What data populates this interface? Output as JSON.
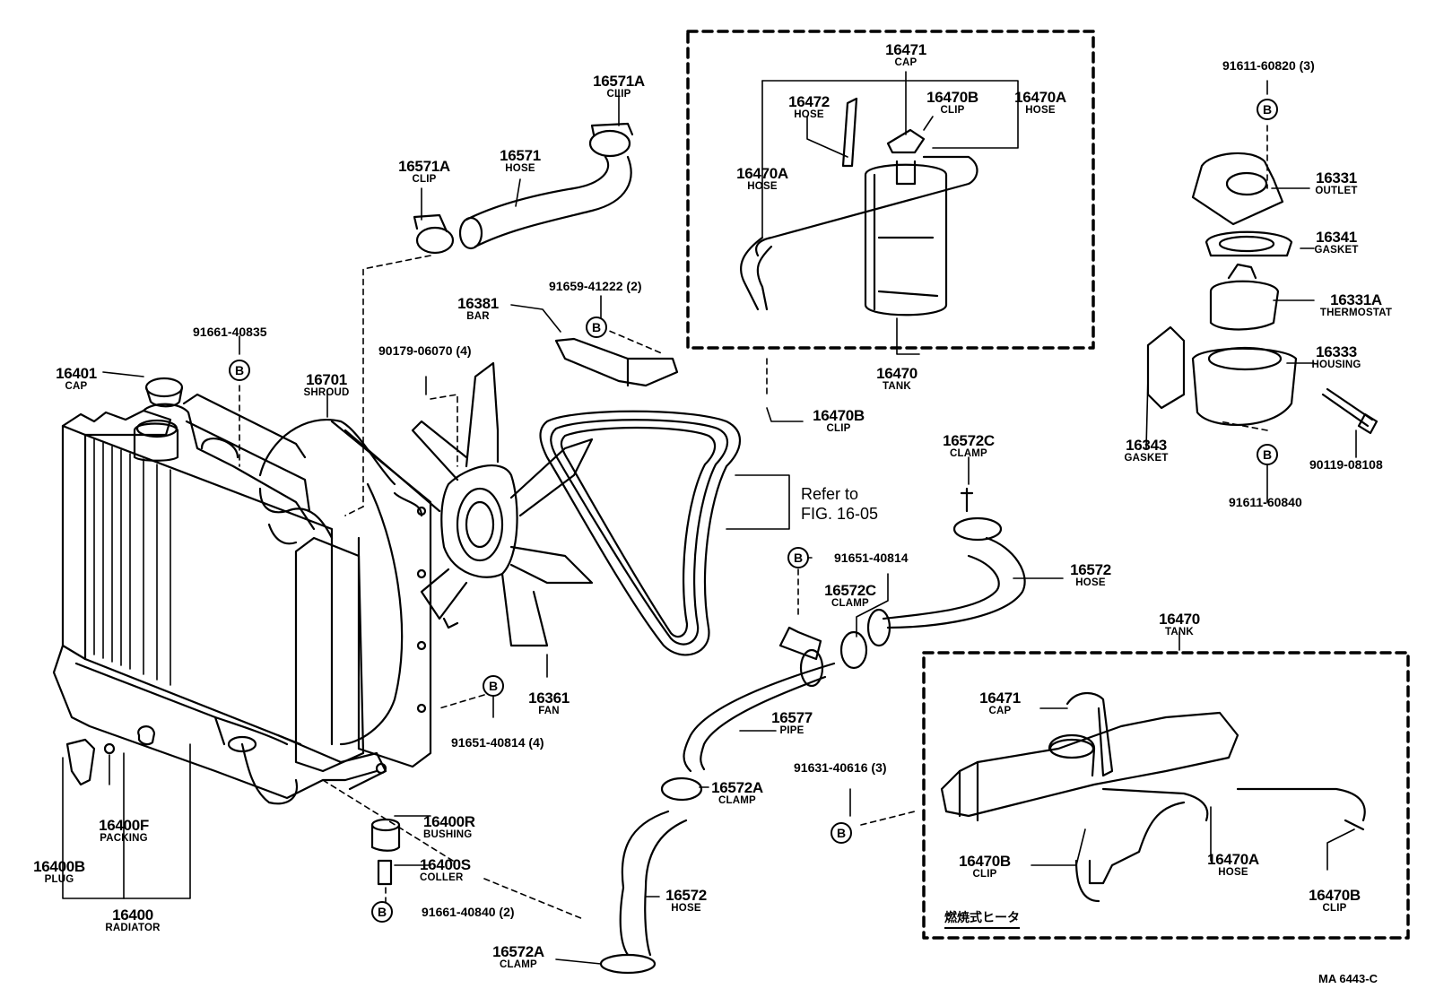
{
  "parts": [
    {
      "num": "16471",
      "name": "CAP"
    },
    {
      "num": "16472",
      "name": "HOSE"
    },
    {
      "num": "16470B",
      "name": "CLIP"
    },
    {
      "num": "16470A",
      "name": "HOSE"
    },
    {
      "num": "16470A",
      "name": "HOSE"
    },
    {
      "num": "16470",
      "name": "TANK"
    },
    {
      "num": "16470B",
      "name": "CLIP"
    },
    {
      "num": "16571A",
      "name": "CLIP"
    },
    {
      "num": "16571A",
      "name": "CLIP"
    },
    {
      "num": "16571",
      "name": "HOSE"
    },
    {
      "num": "16381",
      "name": "BAR"
    },
    {
      "num": "16401",
      "name": "CAP"
    },
    {
      "num": "16701",
      "name": "SHROUD"
    },
    {
      "num": "16361",
      "name": "FAN"
    },
    {
      "num": "16400F",
      "name": "PACKING"
    },
    {
      "num": "16400B",
      "name": "PLUG"
    },
    {
      "num": "16400",
      "name": "RADIATOR"
    },
    {
      "num": "16400R",
      "name": "BUSHING"
    },
    {
      "num": "16400S",
      "name": "COLLER"
    },
    {
      "num": "16572C",
      "name": "CLAMP"
    },
    {
      "num": "16572",
      "name": "HOSE"
    },
    {
      "num": "16572C",
      "name": "CLAMP"
    },
    {
      "num": "16577",
      "name": "PIPE"
    },
    {
      "num": "16572A",
      "name": "CLAMP"
    },
    {
      "num": "16572",
      "name": "HOSE"
    },
    {
      "num": "16572A",
      "name": "CLAMP"
    },
    {
      "num": "16331",
      "name": "OUTLET"
    },
    {
      "num": "16341",
      "name": "GASKET"
    },
    {
      "num": "16331A",
      "name": "THERMOSTAT"
    },
    {
      "num": "16333",
      "name": "HOUSING"
    },
    {
      "num": "16343",
      "name": "GASKET"
    },
    {
      "num": "16470",
      "name": "TANK"
    },
    {
      "num": "16471",
      "name": "CAP"
    },
    {
      "num": "16470B",
      "name": "CLIP"
    },
    {
      "num": "16470A",
      "name": "HOSE"
    },
    {
      "num": "16470B",
      "name": "CLIP"
    }
  ],
  "bolts": [
    {
      "symbol": "B",
      "ref": "91611-60820 (3)"
    },
    {
      "symbol": "B",
      "ref": "91611-60840"
    },
    {
      "symbol": "B",
      "ref": "91659-41222 (2)"
    },
    {
      "symbol": "B",
      "ref": "91661-40835"
    },
    {
      "symbol": "B",
      "ref": "91651-40814 (4)"
    },
    {
      "symbol": "B",
      "ref": "91651-40814"
    },
    {
      "symbol": "B",
      "ref": "91661-40840 (2)"
    },
    {
      "symbol": "B",
      "ref": "91631-40616 (3)"
    }
  ],
  "plain_refs": [
    "90179-06070 (4)",
    "90119-08108"
  ],
  "note": {
    "line1": "Refer to",
    "line2": "FIG. 16-05"
  },
  "heater_label": "燃焼式ヒータ",
  "code": "MA 6443-C"
}
